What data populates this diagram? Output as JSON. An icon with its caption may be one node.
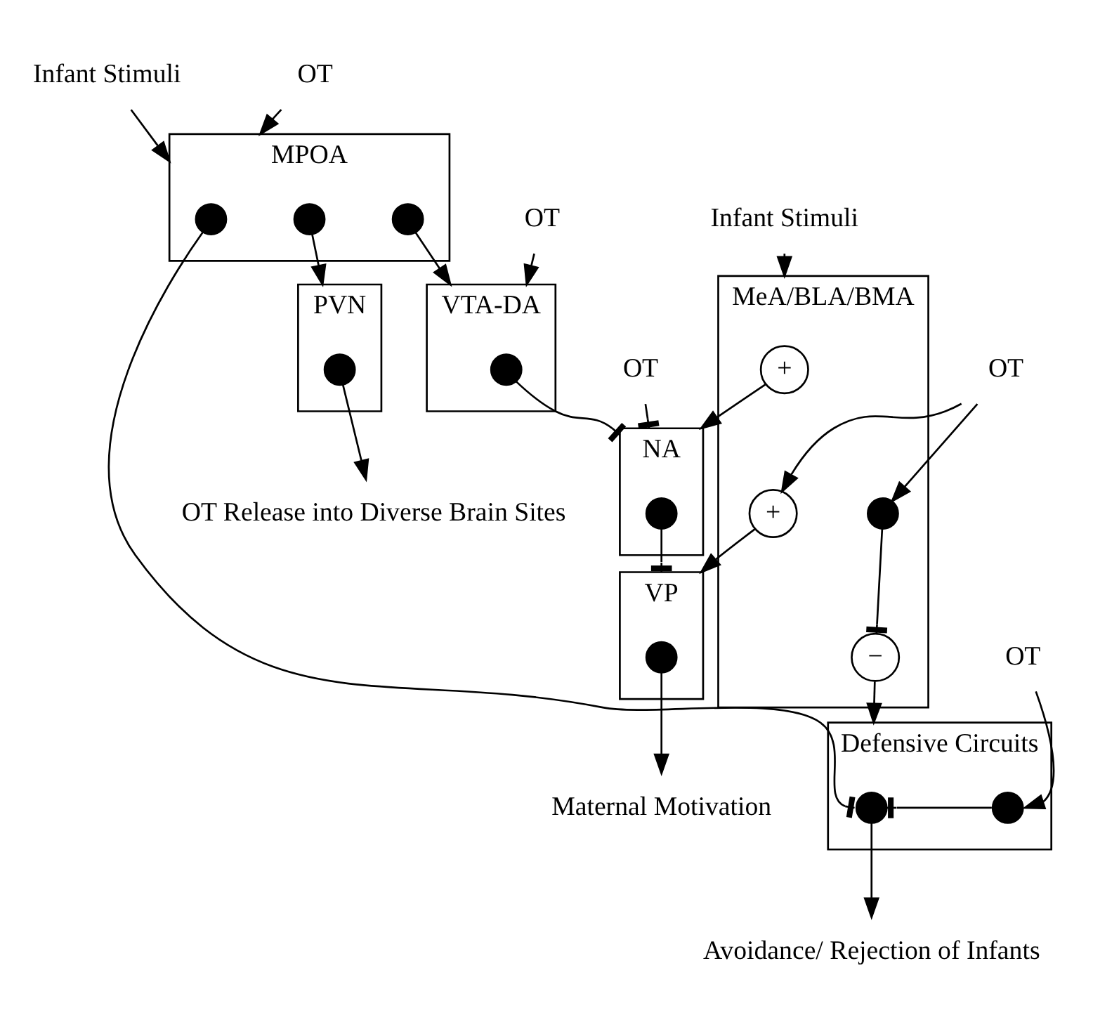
{
  "diagram": {
    "nodes": [
      {
        "text": [
          "Infant Stimuli"
        ]
      },
      {
        "text": [
          "OT"
        ]
      },
      {
        "text": [
          "MPOA"
        ]
      },
      {
        "text": [],
        "shape": "circle",
        "in": 2
      },
      {
        "text": [],
        "shape": "circle",
        "in": 2
      },
      {
        "text": [],
        "shape": "circle",
        "in": 2
      },
      {
        "text": [
          "OT"
        ]
      },
      {
        "text": [
          "NA"
        ]
      },
      {
        "text": [],
        "shape": "circle",
        "in": 7
      },
      {
        "text": [
          "Infant Stimuli"
        ]
      },
      {
        "text": [
          "MeA/BLA/BMA"
        ]
      },
      {
        "text": [
          "+"
        ],
        "in": 10
      },
      {
        "text": [
          "+"
        ],
        "in": 10
      },
      {
        "text": [],
        "shape": "circle",
        "in": 10
      },
      {
        "text": [
          "−"
        ],
        "in": 10
      },
      {
        "text": [
          "VTA-DA"
        ]
      },
      {
        "text": [],
        "shape": "circle",
        "in": 15
      },
      {
        "text": [
          "VP"
        ]
      },
      {
        "text": [],
        "shape": "circle",
        "in": 17
      },
      {
        "text": [
          "PVN"
        ]
      },
      {
        "text": [],
        "shape": "circle",
        "in": 19
      },
      {
        "text": [
          "OT"
        ]
      },
      {
        "text": [
          "OT"
        ]
      },
      {
        "text": [
          "OT Release into Diverse Brain Sites"
        ]
      },
      {
        "text": [
          "Maternal Motivation"
        ]
      },
      {
        "text": [
          "Defensive Circuits"
        ]
      },
      {
        "text": [],
        "shape": "circle",
        "in": 25
      },
      {
        "text": [],
        "shape": "circle",
        "in": 25
      },
      {
        "text": [
          "OT"
        ]
      },
      {
        "text": [
          "Avoidance/ Rejection of Infants"
        ]
      }
    ],
    "edges": [
      {
        "from": 0,
        "to": 2,
        "arrow": "to"
      },
      {
        "from": 1,
        "to": 2,
        "arrow": "to"
      },
      {
        "from": 4,
        "to": 19,
        "arrow": "to"
      },
      {
        "from": 5,
        "to": 15,
        "arrow": "to"
      },
      {
        "from": 16,
        "to": 7,
        "arrow": "other"
      },
      {
        "from": 6,
        "to": 7,
        "arrow": "other"
      },
      {
        "from": 8,
        "to": 17,
        "arrow": "other"
      },
      {
        "from": 11,
        "to": 7,
        "arrow": "to"
      },
      {
        "from": 12,
        "to": 17,
        "arrow": "to"
      },
      {
        "from": 13,
        "to": 14,
        "arrow": "other"
      },
      {
        "from": 9,
        "to": 10,
        "arrow": "to"
      },
      {
        "from": 22,
        "to": 12,
        "arrow": "to"
      },
      {
        "from": 22,
        "to": 13,
        "arrow": "to"
      },
      {
        "from": 21,
        "to": 15,
        "arrow": "to"
      },
      {
        "from": 20,
        "to": 23,
        "arrow": "to"
      },
      {
        "from": 18,
        "to": 24,
        "arrow": "to"
      },
      {
        "from": 14,
        "to": 25,
        "arrow": "to"
      },
      {
        "from": 3,
        "to": 26,
        "arrow": "other"
      },
      {
        "from": 27,
        "to": 26,
        "arrow": "other"
      },
      {
        "from": 28,
        "to": 27,
        "arrow": "to"
      },
      {
        "from": 26,
        "to": 29,
        "arrow": "to"
      }
    ]
  }
}
